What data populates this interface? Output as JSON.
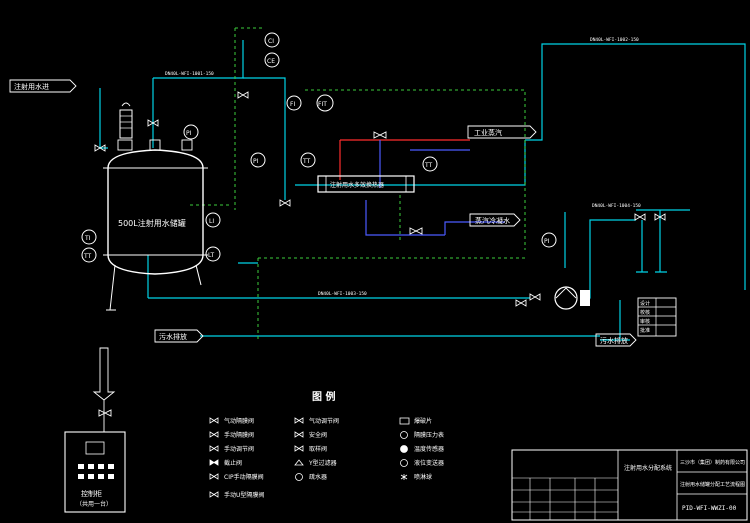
{
  "colors": {
    "background": "#000000",
    "water_line": "#00d2e6",
    "steam_line": "#5ee65e",
    "dashed_line": "#3ccc3c",
    "vessel": "#ffffff",
    "tag": "#ffffff",
    "accent_red": "#ff2d2d",
    "accent_blue": "#4b5bff",
    "accent_yellow": "#f0f000",
    "title_block": "#ffffff"
  },
  "inlets": {
    "water_in": "注射用水进",
    "steam_in": "工业蒸汽",
    "condensate_out": "蒸汽冷凝水",
    "drain_left": "污水排放",
    "drain_right": "污水排放"
  },
  "tank": {
    "label": "500L注射用水储罐"
  },
  "exchanger": {
    "label": "注射用水多效换热器"
  },
  "instruments": {
    "pi_top": "PI",
    "pi_mid_left": "PI",
    "pi_right": "PI",
    "tt_left": "TT",
    "ti_left": "TI",
    "lt": "LT",
    "li": "LI",
    "cond_ci": "CI",
    "cond_ce": "CE",
    "tt_mid": "TT",
    "fi_mid": "FI",
    "tt_right": "TT",
    "fit": "FIT"
  },
  "control_box": {
    "title": "控制柜",
    "subtitle": "（共用一台）"
  },
  "pipe_labels": {
    "top_left": "DN40L-WFI-1001-150",
    "top_right": "DN40L-WFI-1002-150",
    "bottom": "DN40L-WFI-1003-150",
    "right_return": "DN40L-WFI-1004-150"
  },
  "legend": {
    "title": "图  例",
    "col1": [
      "气动隔膜阀",
      "手动隔膜阀",
      "手动调节阀",
      "截止阀",
      "CIP手动隔膜阀",
      "手动U型隔膜阀"
    ],
    "col2": [
      "气动调节阀",
      "安全阀",
      "取样阀",
      "Y型过滤器",
      "疏水器"
    ],
    "col3": [
      "爆破片",
      "隔膜压力表",
      "温度传感器",
      "液位变送器",
      "喷淋球"
    ]
  },
  "title_block": {
    "project": "注射用水分配系统",
    "company": "三沙市（集团）制药有限公司",
    "drawing_title": "注射用水储罐分配工艺流程图",
    "drawing_no": "PID-WFI-WWZI-00"
  },
  "spec_table": {
    "rows": [
      "设计",
      "校核",
      "审核",
      "批准"
    ]
  }
}
